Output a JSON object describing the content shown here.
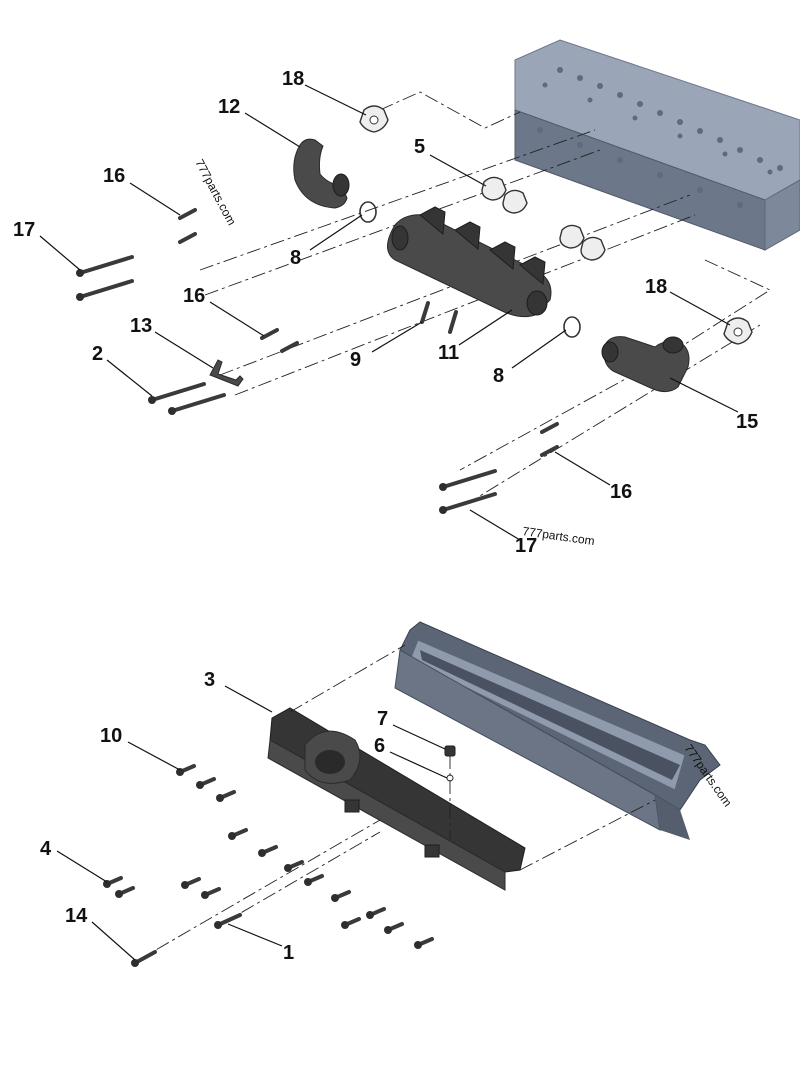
{
  "colors": {
    "background": "#ffffff",
    "callout_text": "#111111",
    "cylinder_head": "#9aa6b8",
    "manifold_parts": "#4a4a4a",
    "spacer_frame": "#5c6575"
  },
  "watermarks": [
    {
      "id": "wm-1",
      "text": "777parts.com"
    },
    {
      "id": "wm-2",
      "text": "777parts.com"
    },
    {
      "id": "wm-3",
      "text": "777parts.com"
    }
  ],
  "callouts": [
    {
      "id": "c-18a",
      "label": "18"
    },
    {
      "id": "c-12",
      "label": "12"
    },
    {
      "id": "c-5",
      "label": "5"
    },
    {
      "id": "c-16a",
      "label": "16"
    },
    {
      "id": "c-17a",
      "label": "17"
    },
    {
      "id": "c-8a",
      "label": "8"
    },
    {
      "id": "c-16b",
      "label": "16"
    },
    {
      "id": "c-13",
      "label": "13"
    },
    {
      "id": "c-2",
      "label": "2"
    },
    {
      "id": "c-9",
      "label": "9"
    },
    {
      "id": "c-11",
      "label": "11"
    },
    {
      "id": "c-8b",
      "label": "8"
    },
    {
      "id": "c-18b",
      "label": "18"
    },
    {
      "id": "c-15",
      "label": "15"
    },
    {
      "id": "c-16c",
      "label": "16"
    },
    {
      "id": "c-17b",
      "label": "17"
    },
    {
      "id": "c-3",
      "label": "3"
    },
    {
      "id": "c-7",
      "label": "7"
    },
    {
      "id": "c-10",
      "label": "10"
    },
    {
      "id": "c-6",
      "label": "6"
    },
    {
      "id": "c-4",
      "label": "4"
    },
    {
      "id": "c-14",
      "label": "14"
    },
    {
      "id": "c-1",
      "label": "1"
    }
  ]
}
